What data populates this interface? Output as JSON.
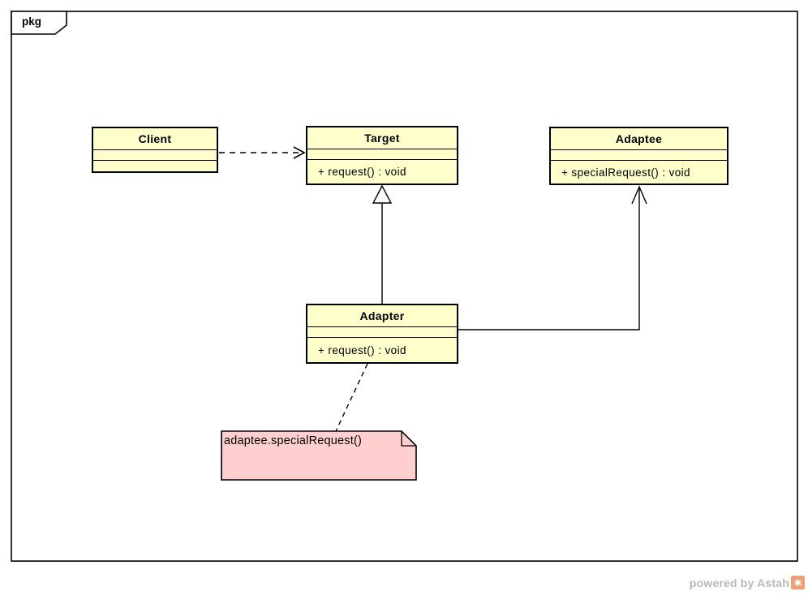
{
  "frame": {
    "label": "pkg"
  },
  "diagram": {
    "classes": [
      {
        "name": "Client",
        "operations": []
      },
      {
        "name": "Target",
        "operations": [
          "+ request() : void"
        ]
      },
      {
        "name": "Adaptee",
        "operations": [
          "+ specialRequest() : void"
        ]
      },
      {
        "name": "Adapter",
        "operations": [
          "+ request() : void"
        ]
      }
    ],
    "note": {
      "text": "adaptee.specialRequest()"
    },
    "relationships": [
      {
        "type": "dependency",
        "from": "Client",
        "to": "Target",
        "line": "dashed",
        "arrowhead": "open"
      },
      {
        "type": "generalization",
        "from": "Adapter",
        "to": "Target",
        "line": "solid",
        "arrowhead": "hollow-triangle"
      },
      {
        "type": "directed-association",
        "from": "Adapter",
        "to": "Adaptee",
        "line": "solid",
        "arrowhead": "open"
      },
      {
        "type": "note-anchor",
        "from": "Adapter",
        "to": "note",
        "line": "dashed",
        "arrowhead": "none"
      }
    ]
  },
  "watermark": {
    "text": "powered by Astah"
  },
  "colors": {
    "class_fill": "#FFFFCC",
    "note_fill": "#FFCECE",
    "line": "#000000",
    "frame_border": "#000000",
    "watermark_text": "#B8B8B8",
    "logo_bg": "#F0A173"
  }
}
